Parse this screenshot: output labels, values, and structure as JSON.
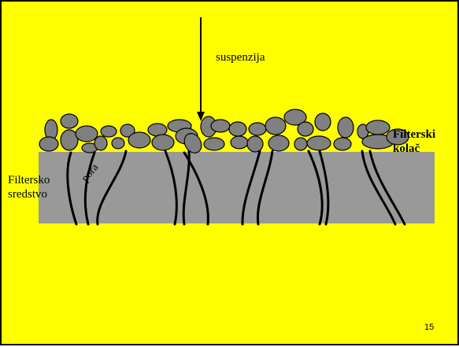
{
  "slide": {
    "background": "#ffff00",
    "number": "15"
  },
  "labels": {
    "suspension": "suspenzija",
    "filter_cake_line1": "Filterski",
    "filter_cake_line2": "kolač",
    "filter_medium_line1": "Filtersko",
    "filter_medium_line2": "sredstvo",
    "pore": "pora"
  },
  "colors": {
    "filter_medium": "#999999",
    "particles": "#808080",
    "outline": "#000000"
  }
}
